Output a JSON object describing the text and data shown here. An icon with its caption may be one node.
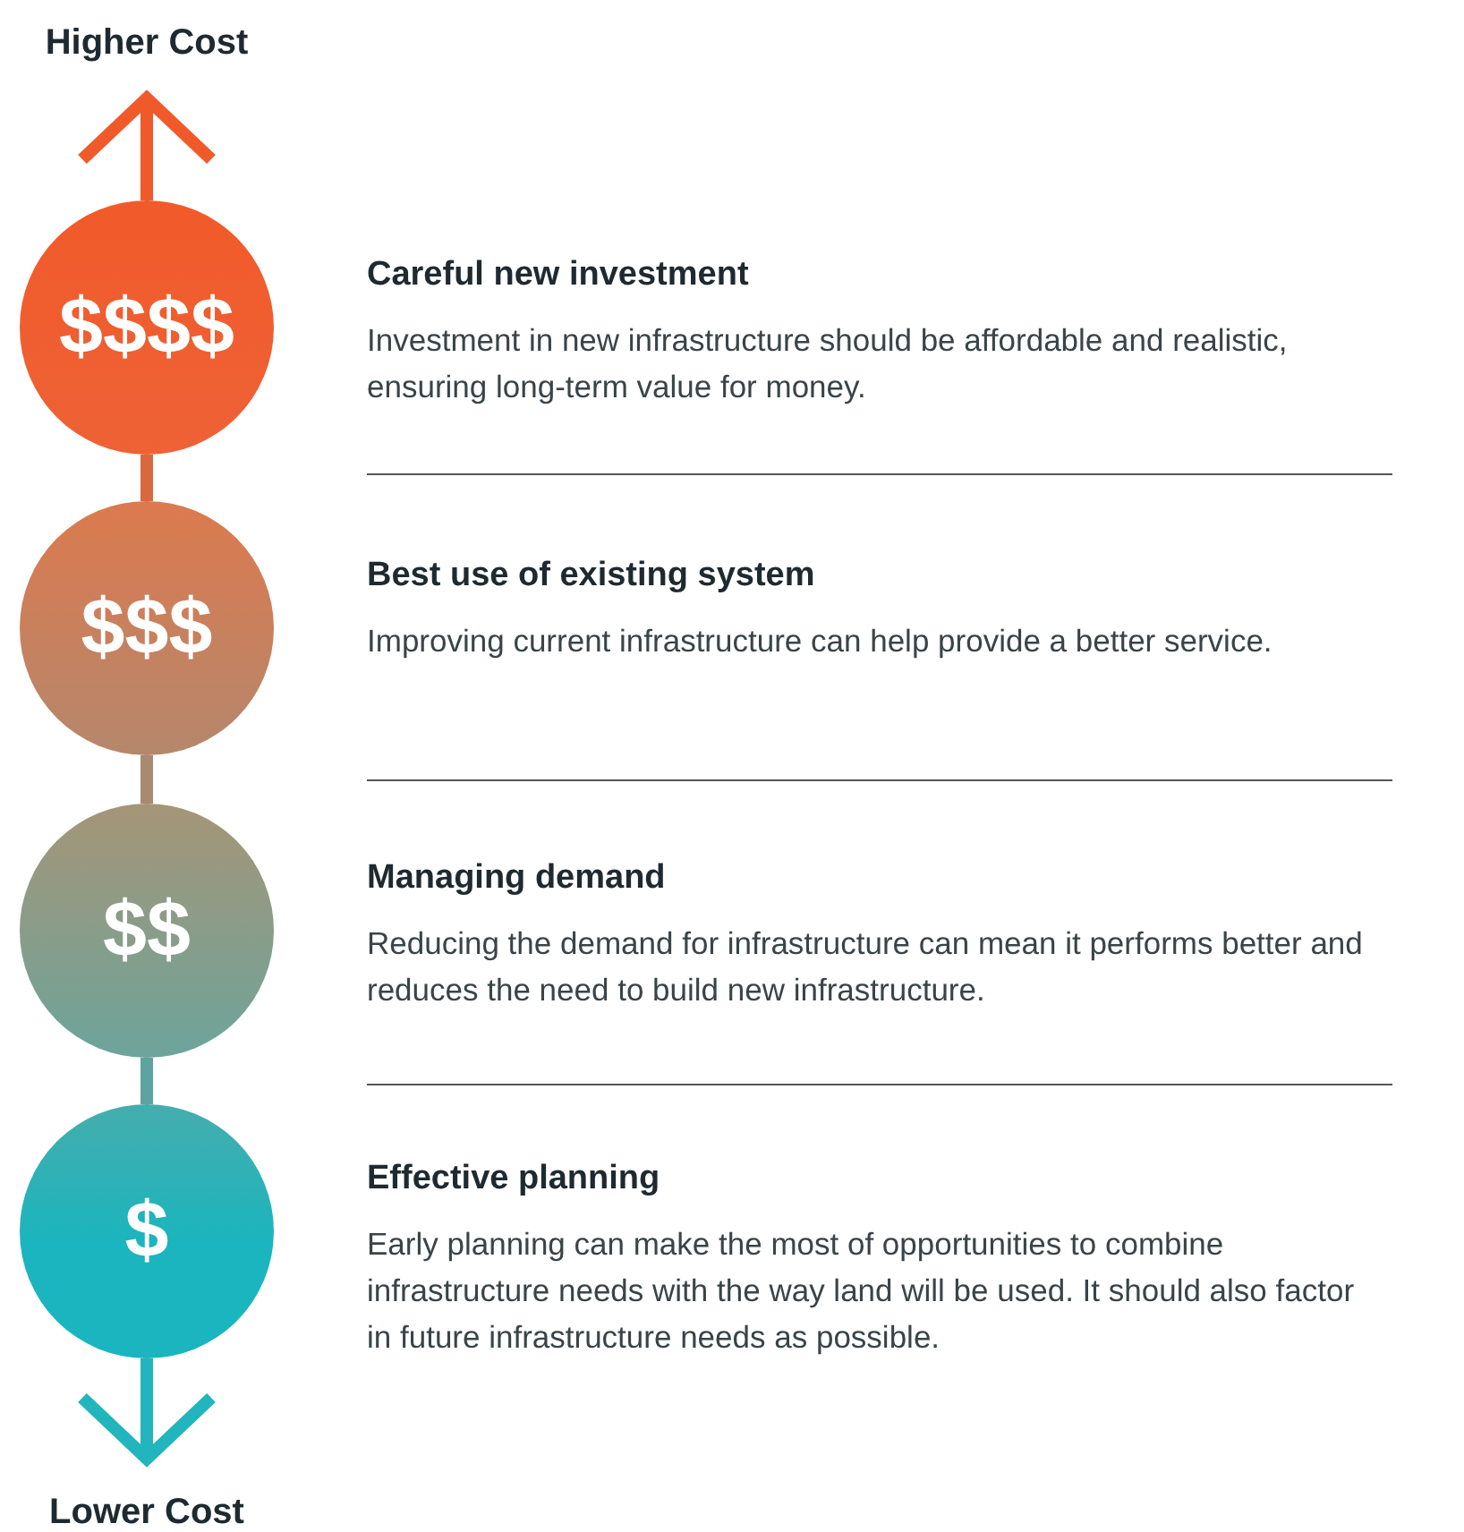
{
  "diagram": {
    "nodes": [
      {
        "text": [
          "Higher Cost"
        ]
      },
      {
        "text": [
          "$$$$"
        ],
        "beside": [
          "Careful new investment",
          "Investment in new infrastructure should be affordable and realistic, ensuring long-term value for money."
        ]
      },
      {
        "text": [
          "$$$"
        ],
        "beside": [
          "Best use of existing system",
          "Improving current infrastructure can help provide a better service."
        ]
      },
      {
        "text": [
          "$$"
        ],
        "beside": [
          "Managing demand",
          "Reducing the demand for infrastructure can mean it performs better and reduces the need to build new infrastructure."
        ]
      },
      {
        "text": [
          "$"
        ],
        "beside": [
          "Effective planning",
          "Early planning can make the most of opportunities to combine infrastructure needs with the way land will be used. It should also factor in future infrastructure needs as possible."
        ]
      },
      {
        "text": [
          "Lower Cost"
        ]
      }
    ],
    "edges": [
      {
        "from": 1,
        "to": 0,
        "arrow": "to",
        "color": "#f05a2b"
      },
      {
        "from": 1,
        "to": 2,
        "arrow": "none",
        "color": "#d8693f"
      },
      {
        "from": 2,
        "to": 3,
        "arrow": "none",
        "color": "#a88a72"
      },
      {
        "from": 3,
        "to": 4,
        "arrow": "none",
        "color": "#5fa3a0"
      },
      {
        "from": 4,
        "to": 5,
        "arrow": "to",
        "color": "#22b5bd"
      }
    ]
  }
}
